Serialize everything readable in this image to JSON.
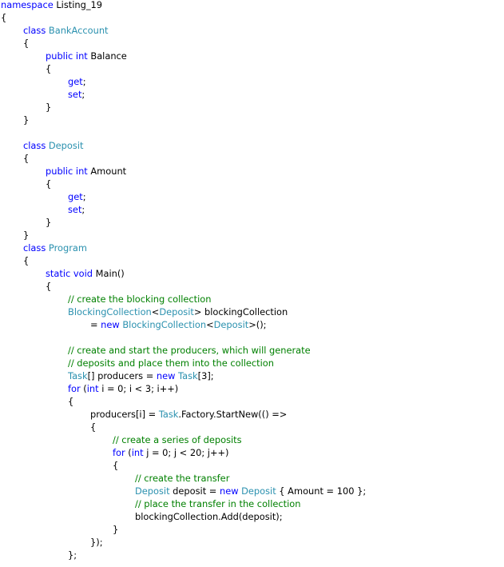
{
  "editor": {
    "lines": [
      {
        "indent": 0,
        "tokens": [
          {
            "t": "namespace",
            "c": "kw"
          },
          {
            "t": " Listing_19",
            "c": ""
          }
        ]
      },
      {
        "indent": 0,
        "tokens": [
          {
            "t": "{",
            "c": ""
          }
        ]
      },
      {
        "indent": 1,
        "tokens": [
          {
            "t": "class",
            "c": "kw"
          },
          {
            "t": " ",
            "c": ""
          },
          {
            "t": "BankAccount",
            "c": "ty"
          }
        ]
      },
      {
        "indent": 1,
        "tokens": [
          {
            "t": "{",
            "c": ""
          }
        ]
      },
      {
        "indent": 2,
        "tokens": [
          {
            "t": "public",
            "c": "kw"
          },
          {
            "t": " ",
            "c": ""
          },
          {
            "t": "int",
            "c": "kw"
          },
          {
            "t": " Balance",
            "c": ""
          }
        ]
      },
      {
        "indent": 2,
        "tokens": [
          {
            "t": "{",
            "c": ""
          }
        ]
      },
      {
        "indent": 3,
        "tokens": [
          {
            "t": "get",
            "c": "kw"
          },
          {
            "t": ";",
            "c": ""
          }
        ]
      },
      {
        "indent": 3,
        "tokens": [
          {
            "t": "set",
            "c": "kw"
          },
          {
            "t": ";",
            "c": ""
          }
        ]
      },
      {
        "indent": 2,
        "tokens": [
          {
            "t": "}",
            "c": ""
          }
        ]
      },
      {
        "indent": 1,
        "tokens": [
          {
            "t": "}",
            "c": ""
          }
        ]
      },
      {
        "indent": 0,
        "tokens": []
      },
      {
        "indent": 1,
        "tokens": [
          {
            "t": "class",
            "c": "kw"
          },
          {
            "t": " ",
            "c": ""
          },
          {
            "t": "Deposit",
            "c": "ty"
          }
        ]
      },
      {
        "indent": 1,
        "tokens": [
          {
            "t": "{",
            "c": ""
          }
        ]
      },
      {
        "indent": 2,
        "tokens": [
          {
            "t": "public",
            "c": "kw"
          },
          {
            "t": " ",
            "c": ""
          },
          {
            "t": "int",
            "c": "kw"
          },
          {
            "t": " Amount",
            "c": ""
          }
        ]
      },
      {
        "indent": 2,
        "tokens": [
          {
            "t": "{",
            "c": ""
          }
        ]
      },
      {
        "indent": 3,
        "tokens": [
          {
            "t": "get",
            "c": "kw"
          },
          {
            "t": ";",
            "c": ""
          }
        ]
      },
      {
        "indent": 3,
        "tokens": [
          {
            "t": "set",
            "c": "kw"
          },
          {
            "t": ";",
            "c": ""
          }
        ]
      },
      {
        "indent": 2,
        "tokens": [
          {
            "t": "}",
            "c": ""
          }
        ]
      },
      {
        "indent": 1,
        "tokens": [
          {
            "t": "}",
            "c": ""
          }
        ]
      },
      {
        "indent": 1,
        "tokens": [
          {
            "t": "class",
            "c": "kw"
          },
          {
            "t": " ",
            "c": ""
          },
          {
            "t": "Program",
            "c": "ty"
          }
        ]
      },
      {
        "indent": 1,
        "tokens": [
          {
            "t": "{",
            "c": ""
          }
        ]
      },
      {
        "indent": 2,
        "tokens": [
          {
            "t": "static",
            "c": "kw"
          },
          {
            "t": " ",
            "c": ""
          },
          {
            "t": "void",
            "c": "kw"
          },
          {
            "t": " Main()",
            "c": ""
          }
        ]
      },
      {
        "indent": 2,
        "tokens": [
          {
            "t": "{",
            "c": ""
          }
        ]
      },
      {
        "indent": 3,
        "tokens": [
          {
            "t": "// create the blocking collection",
            "c": "cm"
          }
        ]
      },
      {
        "indent": 3,
        "tokens": [
          {
            "t": "BlockingCollection",
            "c": "ty"
          },
          {
            "t": "<",
            "c": ""
          },
          {
            "t": "Deposit",
            "c": "ty"
          },
          {
            "t": "> blockingCollection",
            "c": ""
          }
        ]
      },
      {
        "indent": 4,
        "tokens": [
          {
            "t": "= ",
            "c": ""
          },
          {
            "t": "new",
            "c": "kw"
          },
          {
            "t": " ",
            "c": ""
          },
          {
            "t": "BlockingCollection",
            "c": "ty"
          },
          {
            "t": "<",
            "c": ""
          },
          {
            "t": "Deposit",
            "c": "ty"
          },
          {
            "t": ">();",
            "c": ""
          }
        ]
      },
      {
        "indent": 0,
        "tokens": []
      },
      {
        "indent": 3,
        "tokens": [
          {
            "t": "// create and start the producers, which will generate",
            "c": "cm"
          }
        ]
      },
      {
        "indent": 3,
        "tokens": [
          {
            "t": "// deposits and place them into the collection",
            "c": "cm"
          }
        ]
      },
      {
        "indent": 3,
        "tokens": [
          {
            "t": "Task",
            "c": "ty"
          },
          {
            "t": "[] producers = ",
            "c": ""
          },
          {
            "t": "new",
            "c": "kw"
          },
          {
            "t": " ",
            "c": ""
          },
          {
            "t": "Task",
            "c": "ty"
          },
          {
            "t": "[3];",
            "c": ""
          }
        ]
      },
      {
        "indent": 3,
        "tokens": [
          {
            "t": "for",
            "c": "kw"
          },
          {
            "t": " (",
            "c": ""
          },
          {
            "t": "int",
            "c": "kw"
          },
          {
            "t": " i = 0; i < 3; i++)",
            "c": ""
          }
        ]
      },
      {
        "indent": 3,
        "tokens": [
          {
            "t": "{",
            "c": ""
          }
        ]
      },
      {
        "indent": 4,
        "tokens": [
          {
            "t": "producers[i] = ",
            "c": ""
          },
          {
            "t": "Task",
            "c": "ty"
          },
          {
            "t": ".Factory.StartNew(() =>",
            "c": ""
          }
        ]
      },
      {
        "indent": 4,
        "tokens": [
          {
            "t": "{",
            "c": ""
          }
        ]
      },
      {
        "indent": 5,
        "tokens": [
          {
            "t": "// create a series of deposits",
            "c": "cm"
          }
        ]
      },
      {
        "indent": 5,
        "tokens": [
          {
            "t": "for",
            "c": "kw"
          },
          {
            "t": " (",
            "c": ""
          },
          {
            "t": "int",
            "c": "kw"
          },
          {
            "t": " j = 0; j < 20; j++)",
            "c": ""
          }
        ]
      },
      {
        "indent": 5,
        "tokens": [
          {
            "t": "{",
            "c": ""
          }
        ]
      },
      {
        "indent": 6,
        "tokens": [
          {
            "t": "// create the transfer",
            "c": "cm"
          }
        ]
      },
      {
        "indent": 6,
        "tokens": [
          {
            "t": "Deposit",
            "c": "ty"
          },
          {
            "t": " deposit = ",
            "c": ""
          },
          {
            "t": "new",
            "c": "kw"
          },
          {
            "t": " ",
            "c": ""
          },
          {
            "t": "Deposit",
            "c": "ty"
          },
          {
            "t": " { Amount = 100 };",
            "c": ""
          }
        ]
      },
      {
        "indent": 6,
        "tokens": [
          {
            "t": "// place the transfer in the collection",
            "c": "cm"
          }
        ]
      },
      {
        "indent": 6,
        "tokens": [
          {
            "t": "blockingCollection.Add(deposit);",
            "c": ""
          }
        ]
      },
      {
        "indent": 5,
        "tokens": [
          {
            "t": "}",
            "c": ""
          }
        ]
      },
      {
        "indent": 4,
        "tokens": [
          {
            "t": "});",
            "c": ""
          }
        ]
      },
      {
        "indent": 3,
        "tokens": [
          {
            "t": "};",
            "c": ""
          }
        ]
      }
    ]
  },
  "colors": {
    "keyword": "#0000ff",
    "type": "#2b91af",
    "comment": "#008000",
    "text": "#000000",
    "background": "#ffffff"
  }
}
